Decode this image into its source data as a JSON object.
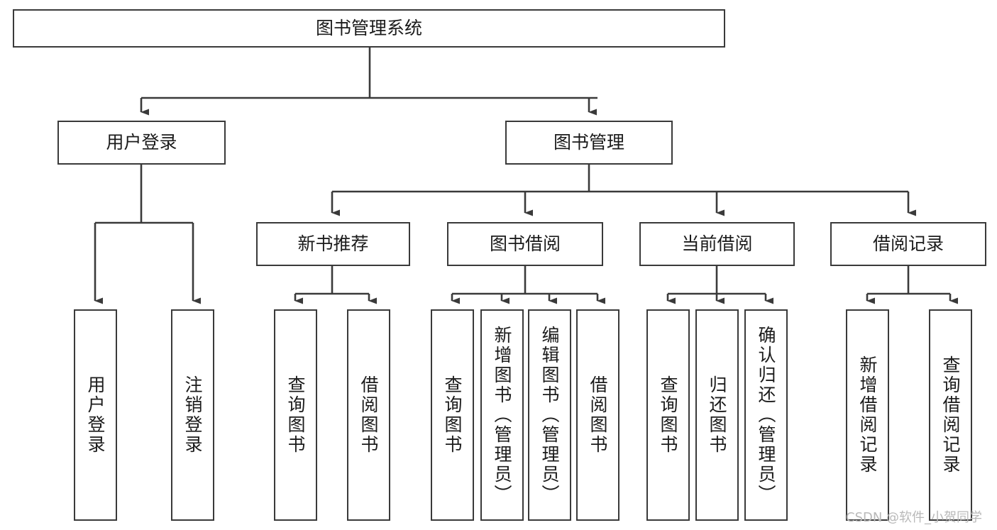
{
  "diagram": {
    "type": "tree-hierarchy-diagram",
    "title": "图书管理系统",
    "orientation": "top-down",
    "colors": {
      "box_border": "#3a3a3a",
      "box_fill": "#ffffff",
      "connector": "#3a3a3a",
      "text": "#1b1b1b",
      "watermark": "#b9b9b9",
      "background": "#ffffff"
    },
    "root": {
      "id": "root",
      "label": "图书管理系统"
    },
    "level2": [
      {
        "id": "user-login",
        "label": "用户登录"
      },
      {
        "id": "book-management",
        "label": "图书管理"
      }
    ],
    "level3": [
      {
        "id": "new-book-recommend",
        "label": "新书推荐",
        "parent": "book-management"
      },
      {
        "id": "book-borrow",
        "label": "图书借阅",
        "parent": "book-management"
      },
      {
        "id": "current-borrow",
        "label": "当前借阅",
        "parent": "book-management"
      },
      {
        "id": "borrow-record",
        "label": "借阅记录",
        "parent": "book-management"
      }
    ],
    "leaves": {
      "user-login": [
        {
          "id": "leaf-user-login",
          "label": "用户登录"
        },
        {
          "id": "leaf-logout",
          "label": "注销登录"
        }
      ],
      "new-book-recommend": [
        {
          "id": "leaf-query-book-1",
          "label": "查询图书"
        },
        {
          "id": "leaf-borrow-book-1",
          "label": "借阅图书"
        }
      ],
      "book-borrow": [
        {
          "id": "leaf-query-book-2",
          "label": "查询图书"
        },
        {
          "id": "leaf-add-book",
          "label": "新增图书（管理员）"
        },
        {
          "id": "leaf-edit-book",
          "label": "编辑图书（管理员）"
        },
        {
          "id": "leaf-borrow-book-2",
          "label": "借阅图书"
        }
      ],
      "current-borrow": [
        {
          "id": "leaf-query-book-3",
          "label": "查询图书"
        },
        {
          "id": "leaf-return-book",
          "label": "归还图书"
        },
        {
          "id": "leaf-confirm-return",
          "label": "确认归还（管理员）"
        }
      ],
      "borrow-record": [
        {
          "id": "leaf-add-record",
          "label": "新增借阅记录"
        },
        {
          "id": "leaf-query-record",
          "label": "查询借阅记录"
        }
      ]
    }
  },
  "watermark": {
    "text": "CSDN @软件_小贺同学"
  }
}
